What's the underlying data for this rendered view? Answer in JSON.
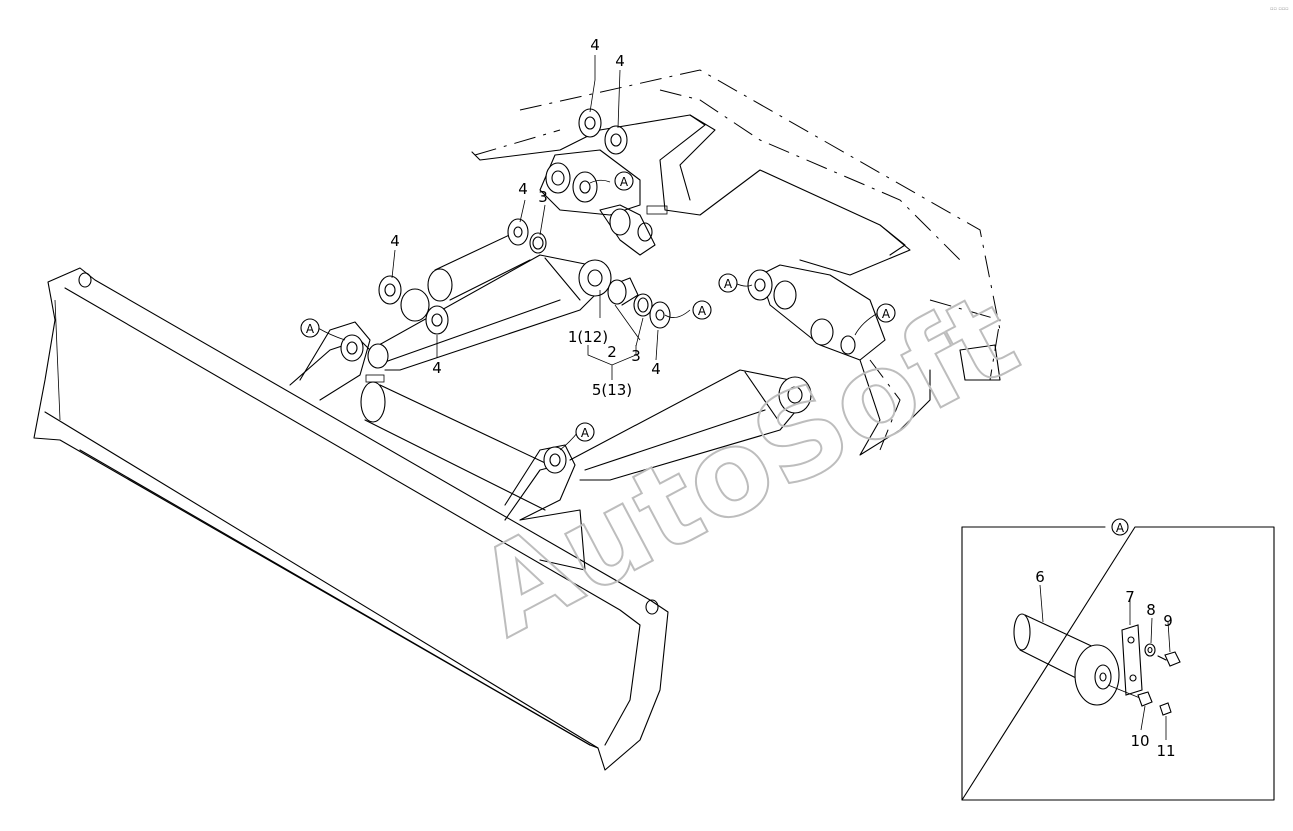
{
  "watermark": "AutoSoft",
  "corner_mark": "▫▫ ▫▫▫",
  "callout_symbol": "A",
  "detail_view_title": "A",
  "part_labels": {
    "top_left_4": "4",
    "top_right_4": "4",
    "mid_4": "4",
    "mid_3": "3",
    "left_4": "4",
    "left_lower_4": "4",
    "label_1_12": "1(12)",
    "label_2": "2",
    "label_3": "3",
    "label_4_right": "4",
    "label_5_13": "5(13)"
  },
  "detail_labels": {
    "l6": "6",
    "l7": "7",
    "l8": "8",
    "l9": "9",
    "l10": "10",
    "l11": "11"
  }
}
